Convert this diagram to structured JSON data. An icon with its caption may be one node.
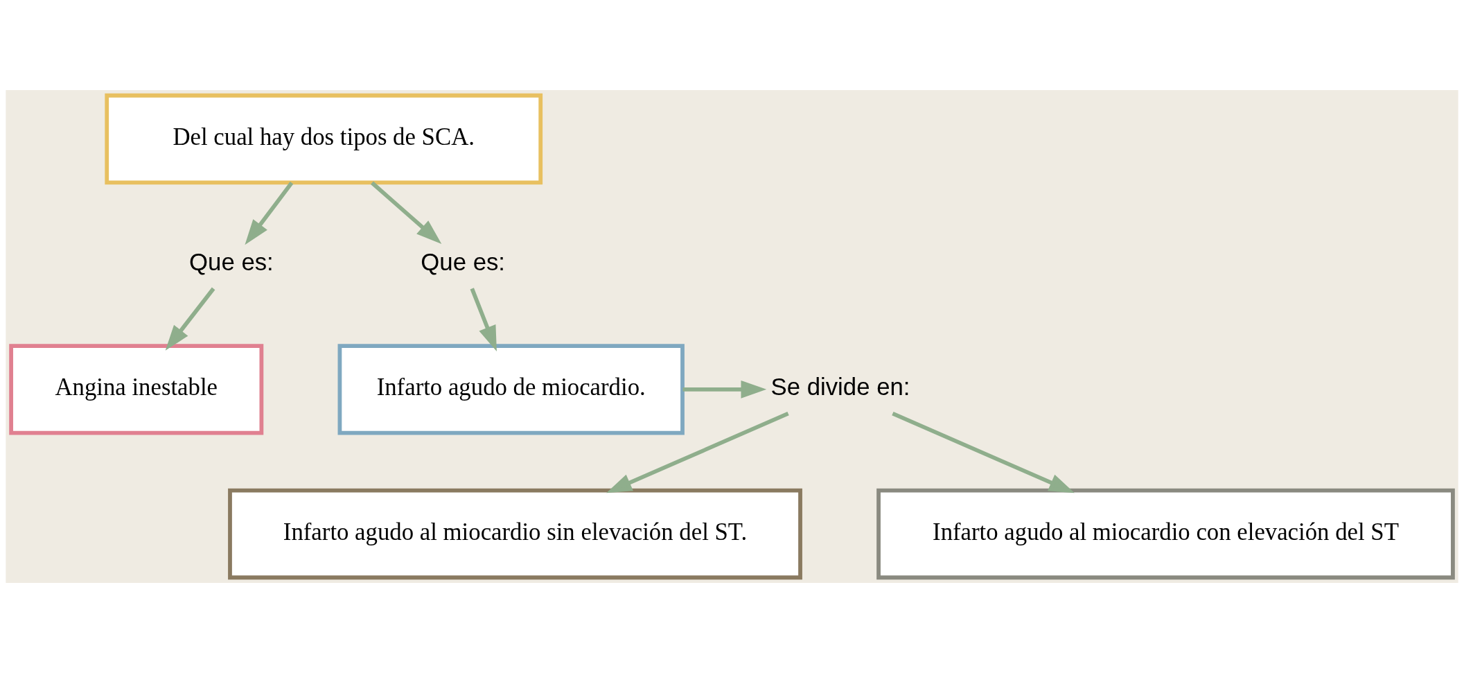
{
  "diagram": {
    "nodes": [
      {
        "text": [
          "Del cual hay dos tipos de SCA."
        ]
      },
      {
        "text": [
          "Que es:"
        ]
      },
      {
        "text": [
          "Que es:"
        ]
      },
      {
        "text": [
          "Angina inestable"
        ]
      },
      {
        "text": [
          "Infarto agudo de miocardio."
        ]
      },
      {
        "text": [
          "Se divide en:"
        ]
      },
      {
        "text": [
          "Infarto agudo al miocardio sin elevación del ST."
        ]
      },
      {
        "text": [
          "Infarto agudo al miocardio con elevación del ST"
        ]
      }
    ],
    "edges": [
      {
        "from": 0,
        "to": 1,
        "arrow": "to"
      },
      {
        "from": 1,
        "to": 3,
        "arrow": "to"
      },
      {
        "from": 0,
        "to": 2,
        "arrow": "to"
      },
      {
        "from": 2,
        "to": 4,
        "arrow": "to"
      },
      {
        "from": 4,
        "to": 5,
        "arrow": "to"
      },
      {
        "from": 5,
        "to": 6,
        "arrow": "to"
      },
      {
        "from": 5,
        "to": 7,
        "arrow": "to"
      }
    ]
  }
}
